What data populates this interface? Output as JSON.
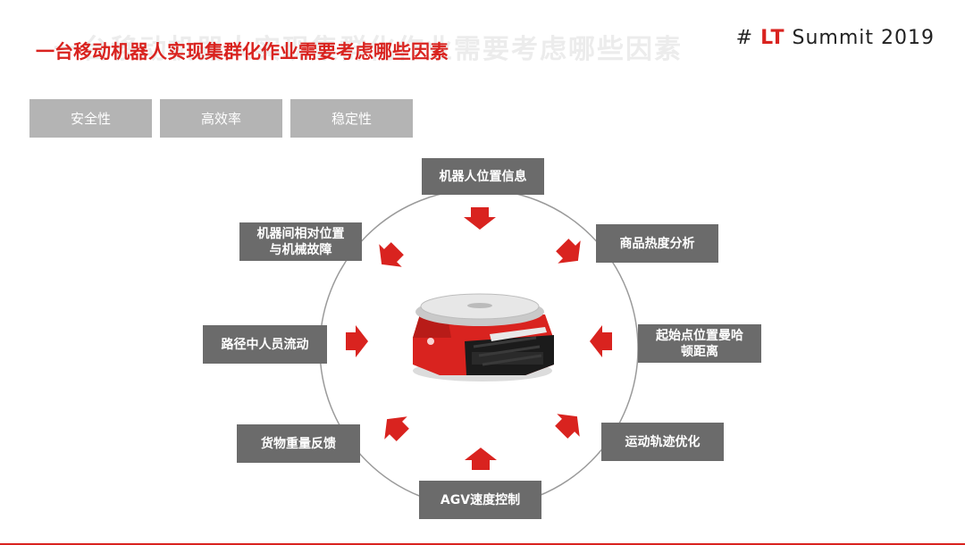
{
  "header": {
    "ghost_title": "一台移动机器人实现集群化作业需要考虑哪些因素",
    "title": "一台移动机器人实现集群化作业需要考虑哪些因素",
    "brand_hash": "#",
    "brand_lt": "LT",
    "brand_rest": "Summit 2019"
  },
  "tags": [
    "安全性",
    "高效率",
    "稳定性"
  ],
  "factors": {
    "top": "机器人位置信息",
    "top_right": "商品热度分析",
    "right": "起始点位置曼哈\n顿距离",
    "bottom_right": "运动轨迹优化",
    "bottom": "AGV速度控制",
    "bottom_left": "货物重量反馈",
    "left": "路径中人员流动",
    "top_left": "机器间相对位置\n与机械故障"
  },
  "colors": {
    "accent_red": "#d9231f",
    "tag_gray": "#b4b4b4",
    "box_gray": "#6b6b6b",
    "circle": "#9a9a9a"
  },
  "icons": {
    "arrow": "red-block-arrow",
    "robot": "agv-robot"
  }
}
